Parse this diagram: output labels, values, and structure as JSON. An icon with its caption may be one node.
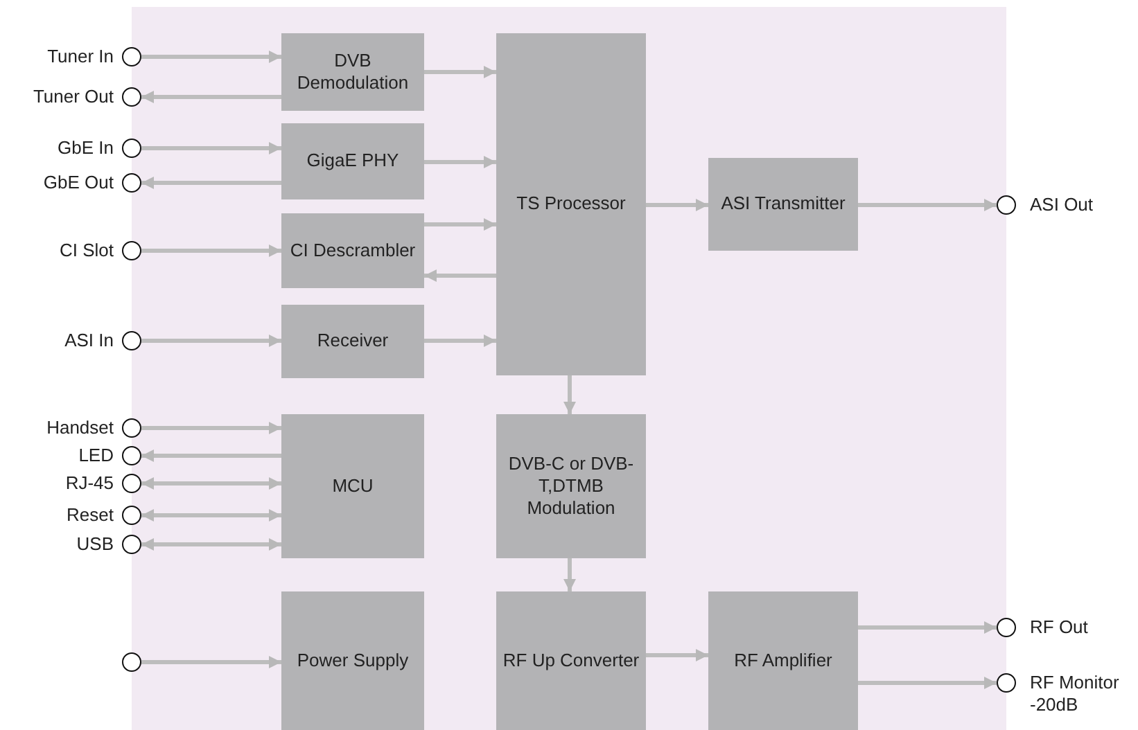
{
  "diagram": {
    "nodes": [
      {
        "text": [
          "DVB Demodulation"
        ]
      },
      {
        "text": [
          "GigaE PHY"
        ]
      },
      {
        "text": [
          "CI Descrambler"
        ]
      },
      {
        "text": [
          "Receiver"
        ]
      },
      {
        "text": [
          "TS Processor"
        ]
      },
      {
        "text": [
          "ASI Transmitter"
        ]
      },
      {
        "text": [
          "MCU"
        ]
      },
      {
        "text": [
          "DVB-C or DVB-T,DTMB Modulation"
        ]
      },
      {
        "text": [
          "Power Supply"
        ]
      },
      {
        "text": [
          "RF Up Converter"
        ]
      },
      {
        "text": [
          "RF Amplifier"
        ]
      },
      {
        "text": [],
        "shape": "circle",
        "beside": [
          "Tuner In"
        ]
      },
      {
        "text": [],
        "shape": "circle",
        "beside": [
          "Tuner Out"
        ]
      },
      {
        "text": [],
        "shape": "circle",
        "beside": [
          "GbE In"
        ]
      },
      {
        "text": [],
        "shape": "circle",
        "beside": [
          "GbE Out"
        ]
      },
      {
        "text": [],
        "shape": "circle",
        "beside": [
          "CI Slot"
        ]
      },
      {
        "text": [],
        "shape": "circle",
        "beside": [
          "ASI In"
        ]
      },
      {
        "text": [],
        "shape": "circle",
        "beside": [
          "Handset"
        ]
      },
      {
        "text": [],
        "shape": "circle",
        "beside": [
          "LED"
        ]
      },
      {
        "text": [],
        "shape": "circle",
        "beside": [
          "RJ-45"
        ]
      },
      {
        "text": [],
        "shape": "circle",
        "beside": [
          "Reset"
        ]
      },
      {
        "text": [],
        "shape": "circle",
        "beside": [
          "USB"
        ]
      },
      {
        "text": [],
        "shape": "circle"
      },
      {
        "text": [],
        "shape": "circle",
        "beside": [
          "ASI Out"
        ]
      },
      {
        "text": [],
        "shape": "circle",
        "beside": [
          "RF Out"
        ]
      },
      {
        "text": [],
        "shape": "circle",
        "beside": [
          "RF Monitor -20dB"
        ]
      }
    ],
    "edges": [
      {
        "from": 11,
        "to": 0,
        "arrow": "to"
      },
      {
        "from": 0,
        "to": 12,
        "arrow": "to"
      },
      {
        "from": 13,
        "to": 1,
        "arrow": "to"
      },
      {
        "from": 1,
        "to": 14,
        "arrow": "to"
      },
      {
        "from": 15,
        "to": 2,
        "arrow": "to"
      },
      {
        "from": 16,
        "to": 3,
        "arrow": "to"
      },
      {
        "from": 17,
        "to": 6,
        "arrow": "to"
      },
      {
        "from": 6,
        "to": 18,
        "arrow": "to"
      },
      {
        "from": 19,
        "to": 6,
        "arrow": "both"
      },
      {
        "from": 20,
        "to": 6,
        "arrow": "both"
      },
      {
        "from": 21,
        "to": 6,
        "arrow": "both"
      },
      {
        "from": 22,
        "to": 8,
        "arrow": "to"
      },
      {
        "from": 0,
        "to": 4,
        "arrow": "to"
      },
      {
        "from": 1,
        "to": 4,
        "arrow": "to"
      },
      {
        "from": 2,
        "to": 4,
        "arrow": "to"
      },
      {
        "from": 4,
        "to": 2,
        "arrow": "to"
      },
      {
        "from": 3,
        "to": 4,
        "arrow": "to"
      },
      {
        "from": 4,
        "to": 5,
        "arrow": "to"
      },
      {
        "from": 5,
        "to": 23,
        "arrow": "to"
      },
      {
        "from": 4,
        "to": 7,
        "arrow": "to"
      },
      {
        "from": 7,
        "to": 9,
        "arrow": "to"
      },
      {
        "from": 9,
        "to": 10,
        "arrow": "to"
      },
      {
        "from": 10,
        "to": 24,
        "arrow": "to"
      },
      {
        "from": 10,
        "to": 25,
        "arrow": "to"
      }
    ]
  }
}
